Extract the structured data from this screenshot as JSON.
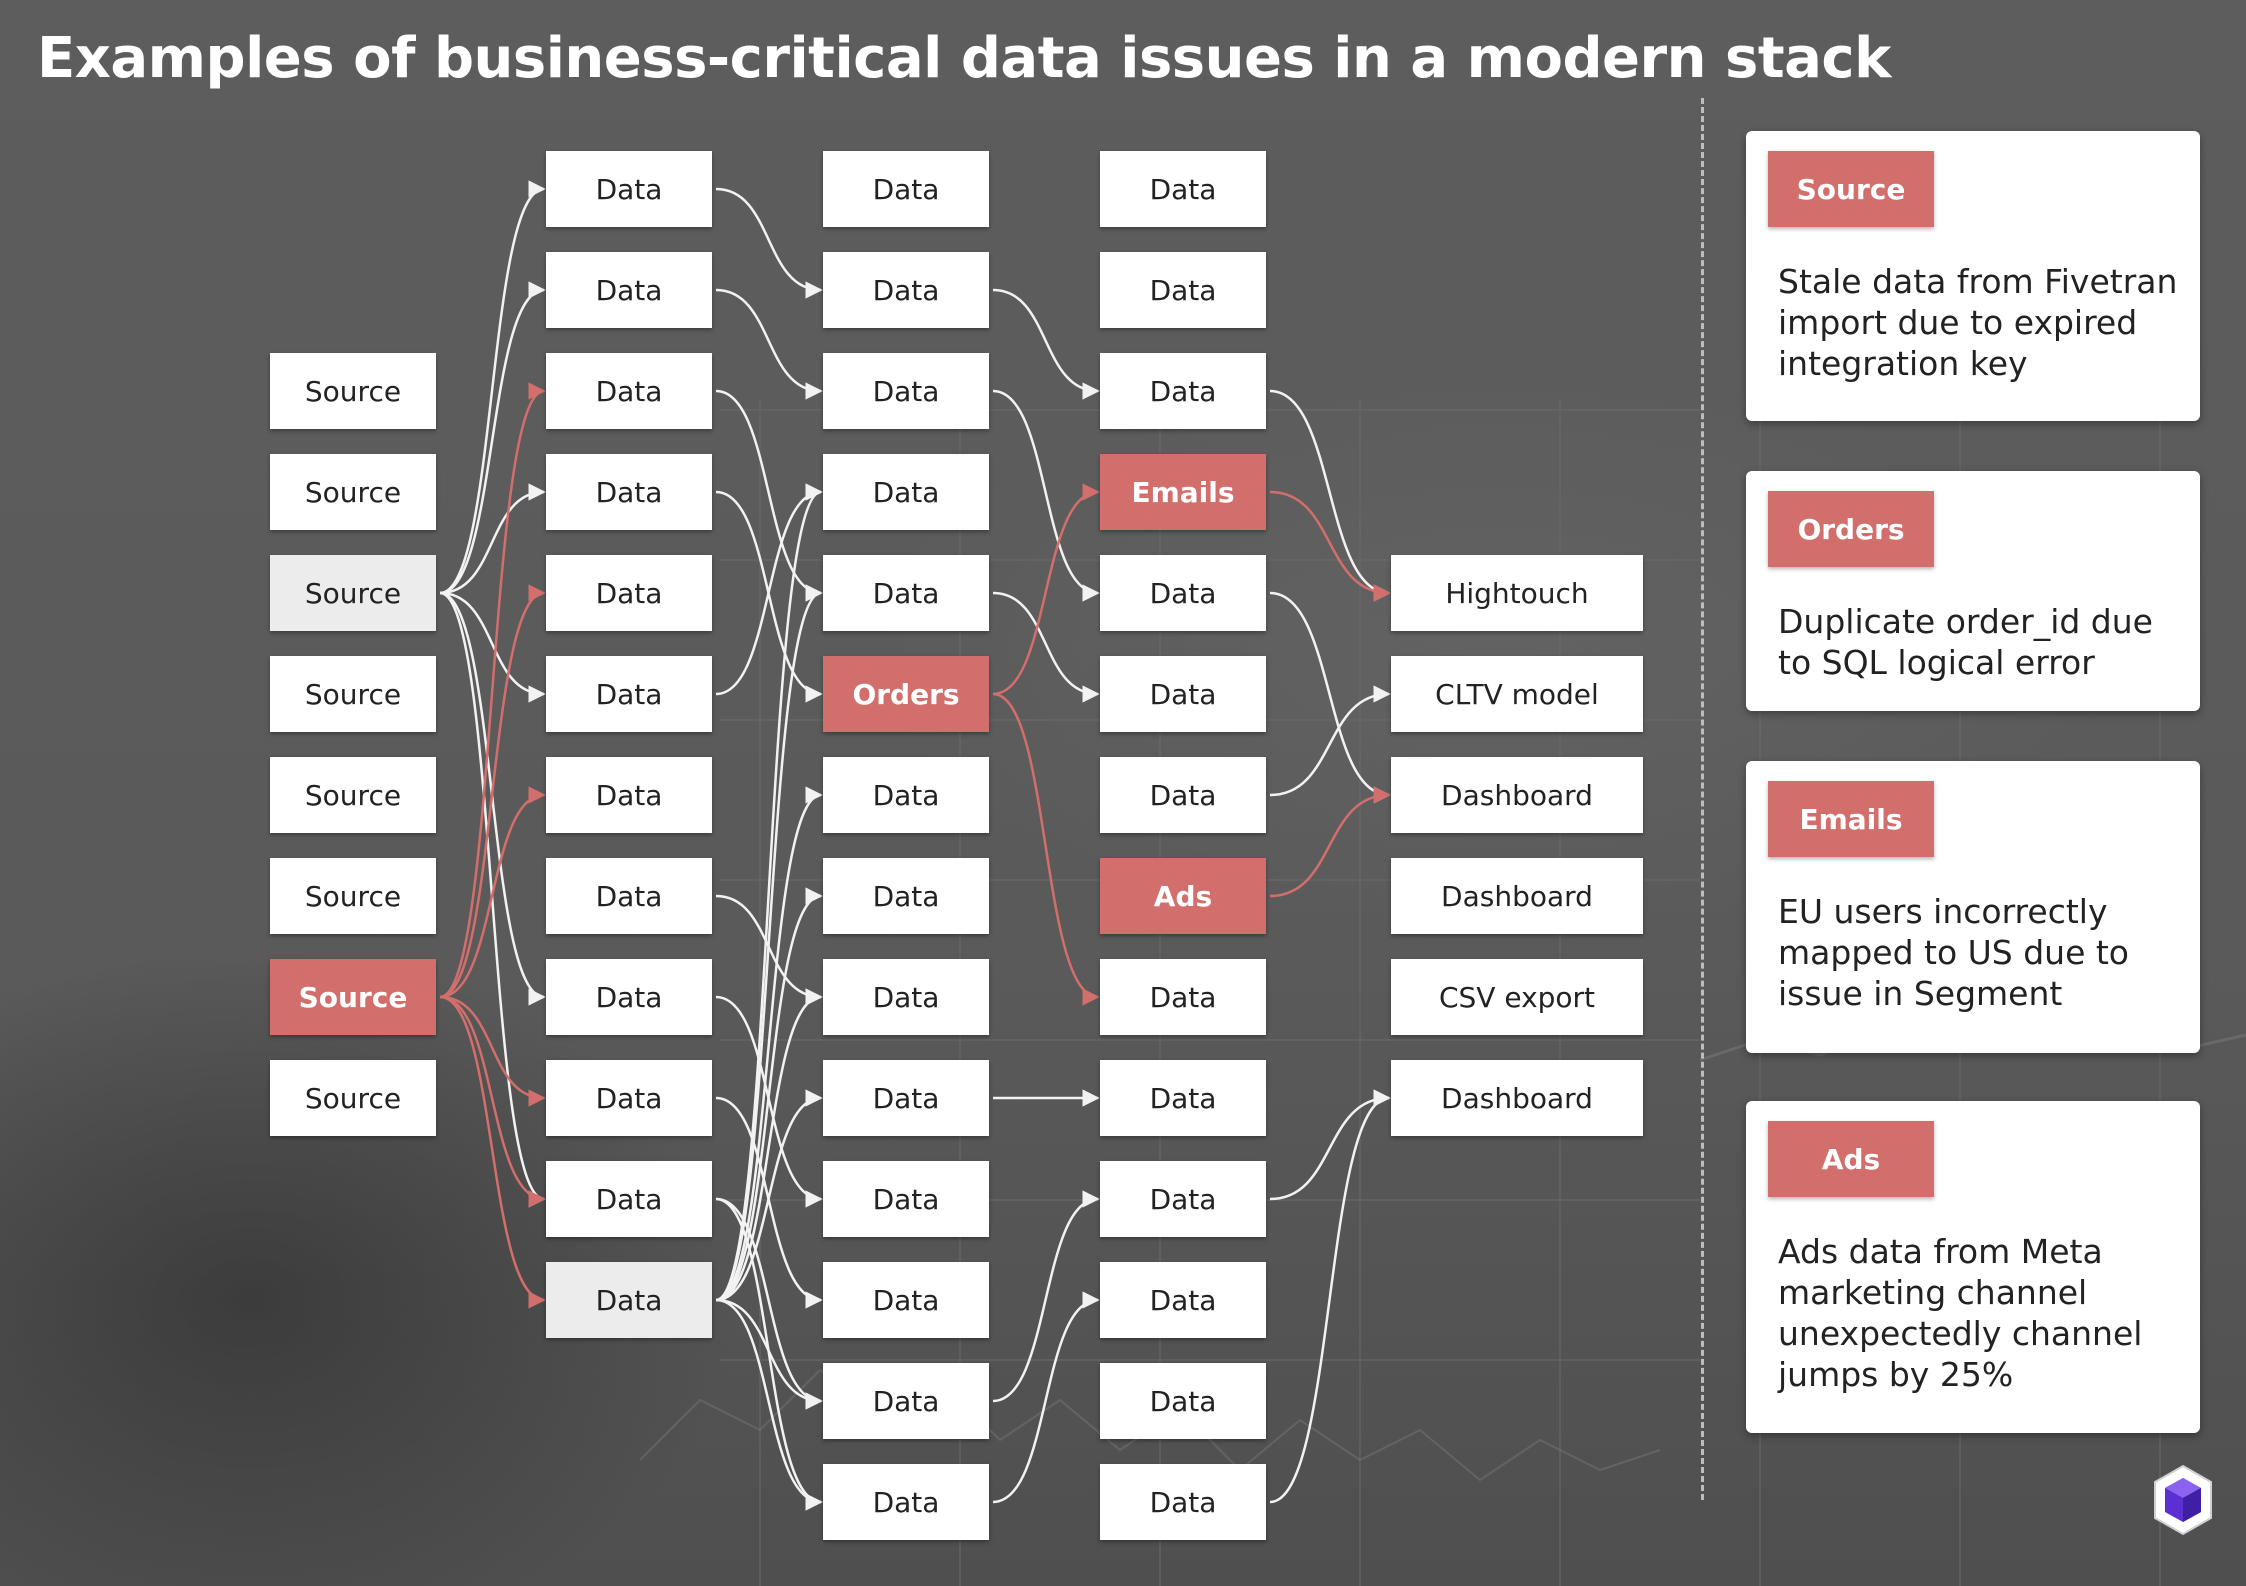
{
  "title": "Examples of business-critical data issues in a modern stack",
  "colors": {
    "issue": "#d26e6b",
    "node": "#ffffff",
    "node_alt": "#ececec",
    "edge": "#f2f2f2",
    "edge_issue": "#d26e6b",
    "logo": "#5b2fd1"
  },
  "nodes": [
    {
      "id": "s1",
      "label": "Source",
      "col": 0,
      "row": 2.0
    },
    {
      "id": "s2",
      "label": "Source",
      "col": 0,
      "row": 3.0
    },
    {
      "id": "s3",
      "label": "Source",
      "col": 0,
      "row": 4.0,
      "style": "grey"
    },
    {
      "id": "s4",
      "label": "Source",
      "col": 0,
      "row": 5.0
    },
    {
      "id": "s5",
      "label": "Source",
      "col": 0,
      "row": 6.0
    },
    {
      "id": "s6",
      "label": "Source",
      "col": 0,
      "row": 7.0
    },
    {
      "id": "s7",
      "label": "Source",
      "col": 0,
      "row": 8.0,
      "style": "red"
    },
    {
      "id": "s8",
      "label": "Source",
      "col": 0,
      "row": 9.0
    },
    {
      "id": "a0",
      "label": "Data",
      "col": 1,
      "row": 0
    },
    {
      "id": "a1",
      "label": "Data",
      "col": 1,
      "row": 1
    },
    {
      "id": "a2",
      "label": "Data",
      "col": 1,
      "row": 2
    },
    {
      "id": "a3",
      "label": "Data",
      "col": 1,
      "row": 3
    },
    {
      "id": "a4",
      "label": "Data",
      "col": 1,
      "row": 4
    },
    {
      "id": "a5",
      "label": "Data",
      "col": 1,
      "row": 5
    },
    {
      "id": "a6",
      "label": "Data",
      "col": 1,
      "row": 6
    },
    {
      "id": "a7",
      "label": "Data",
      "col": 1,
      "row": 7
    },
    {
      "id": "a8",
      "label": "Data",
      "col": 1,
      "row": 8
    },
    {
      "id": "a9",
      "label": "Data",
      "col": 1,
      "row": 9
    },
    {
      "id": "a10",
      "label": "Data",
      "col": 1,
      "row": 10
    },
    {
      "id": "a11",
      "label": "Data",
      "col": 1,
      "row": 11,
      "style": "grey"
    },
    {
      "id": "b0",
      "label": "Data",
      "col": 2,
      "row": 0
    },
    {
      "id": "b1",
      "label": "Data",
      "col": 2,
      "row": 1
    },
    {
      "id": "b2",
      "label": "Data",
      "col": 2,
      "row": 2
    },
    {
      "id": "b3",
      "label": "Data",
      "col": 2,
      "row": 3
    },
    {
      "id": "b4",
      "label": "Data",
      "col": 2,
      "row": 4
    },
    {
      "id": "b5",
      "label": "Orders",
      "col": 2,
      "row": 5,
      "style": "red"
    },
    {
      "id": "b6",
      "label": "Data",
      "col": 2,
      "row": 6
    },
    {
      "id": "b7",
      "label": "Data",
      "col": 2,
      "row": 7
    },
    {
      "id": "b8",
      "label": "Data",
      "col": 2,
      "row": 8
    },
    {
      "id": "b9",
      "label": "Data",
      "col": 2,
      "row": 9
    },
    {
      "id": "b10",
      "label": "Data",
      "col": 2,
      "row": 10
    },
    {
      "id": "b11",
      "label": "Data",
      "col": 2,
      "row": 11
    },
    {
      "id": "b12",
      "label": "Data",
      "col": 2,
      "row": 12
    },
    {
      "id": "b13",
      "label": "Data",
      "col": 2,
      "row": 13
    },
    {
      "id": "c0",
      "label": "Data",
      "col": 3,
      "row": 0
    },
    {
      "id": "c1",
      "label": "Data",
      "col": 3,
      "row": 1
    },
    {
      "id": "c2",
      "label": "Data",
      "col": 3,
      "row": 2
    },
    {
      "id": "c3",
      "label": "Emails",
      "col": 3,
      "row": 3,
      "style": "red"
    },
    {
      "id": "c4",
      "label": "Data",
      "col": 3,
      "row": 4
    },
    {
      "id": "c5",
      "label": "Data",
      "col": 3,
      "row": 5
    },
    {
      "id": "c6",
      "label": "Data",
      "col": 3,
      "row": 6
    },
    {
      "id": "c7",
      "label": "Ads",
      "col": 3,
      "row": 7,
      "style": "red"
    },
    {
      "id": "c8",
      "label": "Data",
      "col": 3,
      "row": 8
    },
    {
      "id": "c9",
      "label": "Data",
      "col": 3,
      "row": 9
    },
    {
      "id": "c10",
      "label": "Data",
      "col": 3,
      "row": 10
    },
    {
      "id": "c11",
      "label": "Data",
      "col": 3,
      "row": 11
    },
    {
      "id": "c12",
      "label": "Data",
      "col": 3,
      "row": 12
    },
    {
      "id": "c13",
      "label": "Data",
      "col": 3,
      "row": 13
    },
    {
      "id": "d0",
      "label": "Hightouch",
      "col": 4,
      "row": 4
    },
    {
      "id": "d1",
      "label": "CLTV model",
      "col": 4,
      "row": 5
    },
    {
      "id": "d2",
      "label": "Dashboard",
      "col": 4,
      "row": 6
    },
    {
      "id": "d3",
      "label": "Dashboard",
      "col": 4,
      "row": 7
    },
    {
      "id": "d4",
      "label": "CSV export",
      "col": 4,
      "row": 8
    },
    {
      "id": "d5",
      "label": "Dashboard",
      "col": 4,
      "row": 9
    }
  ],
  "edges": [
    [
      "s3",
      "a0"
    ],
    [
      "s3",
      "a1"
    ],
    [
      "s3",
      "a3"
    ],
    [
      "s3",
      "a5"
    ],
    [
      "s3",
      "a8"
    ],
    [
      "s3",
      "a10"
    ],
    [
      "s7",
      "a2"
    ],
    [
      "s7",
      "a4"
    ],
    [
      "s7",
      "a6"
    ],
    [
      "s7",
      "a9"
    ],
    [
      "s7",
      "a10"
    ],
    [
      "s7",
      "a11"
    ],
    [
      "a0",
      "b1"
    ],
    [
      "a1",
      "b2"
    ],
    [
      "a2",
      "b4"
    ],
    [
      "a3",
      "b5"
    ],
    [
      "a5",
      "b3"
    ],
    [
      "a7",
      "b8"
    ],
    [
      "a8",
      "b10"
    ],
    [
      "a9",
      "b11"
    ],
    [
      "a10",
      "b12"
    ],
    [
      "a10",
      "b13"
    ],
    [
      "a11",
      "b3"
    ],
    [
      "a11",
      "b4"
    ],
    [
      "a11",
      "b6"
    ],
    [
      "a11",
      "b7"
    ],
    [
      "a11",
      "b8"
    ],
    [
      "a11",
      "b9"
    ],
    [
      "a11",
      "b12"
    ],
    [
      "a11",
      "b13"
    ],
    [
      "b1",
      "c2"
    ],
    [
      "b2",
      "c4"
    ],
    [
      "b4",
      "c5"
    ],
    [
      "b9",
      "c9"
    ],
    [
      "b12",
      "c10"
    ],
    [
      "b13",
      "c11"
    ],
    [
      "c2",
      "d0"
    ],
    [
      "c4",
      "d2"
    ],
    [
      "c6",
      "d1"
    ],
    [
      "c10",
      "d5"
    ],
    [
      "c13",
      "d5"
    ],
    [
      "b5",
      "c3"
    ],
    [
      "b5",
      "c8"
    ],
    [
      "c3",
      "d0"
    ],
    [
      "c7",
      "d2"
    ]
  ],
  "issue_edges": [
    [
      "s7",
      "a2"
    ],
    [
      "s7",
      "a4"
    ],
    [
      "s7",
      "a6"
    ],
    [
      "s7",
      "a9"
    ],
    [
      "s7",
      "a10"
    ],
    [
      "s7",
      "a11"
    ],
    [
      "b5",
      "c3"
    ],
    [
      "b5",
      "c8"
    ],
    [
      "c3",
      "d0"
    ],
    [
      "c7",
      "d2"
    ]
  ],
  "issues": [
    {
      "tag": "Source",
      "text": "Stale data from Fivetran import due to expired integration key"
    },
    {
      "tag": "Orders",
      "text": "Duplicate order_id due to SQL logical error"
    },
    {
      "tag": "Emails",
      "text": "EU users incorrectly mapped to US due to issue in Segment"
    },
    {
      "tag": "Ads",
      "text": "Ads data from Meta marketing channel unexpectedly channel jumps by 25%"
    }
  ],
  "logo_icon": "cube-logo-icon"
}
